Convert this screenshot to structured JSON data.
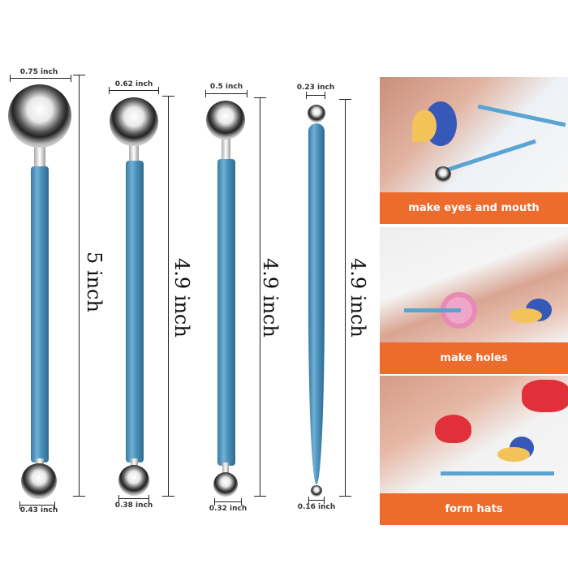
{
  "tools": [
    {
      "top_diameter": "0.75 inch",
      "length": "5 inch",
      "bottom_diameter": "0.43 inch"
    },
    {
      "top_diameter": "0.62 inch",
      "length": "4.9 inch",
      "bottom_diameter": "0.38 inch"
    },
    {
      "top_diameter": "0.5 inch",
      "length": "4.9 inch",
      "bottom_diameter": "0.32 inch"
    },
    {
      "top_diameter": "0.23 inch",
      "length": "4.9 inch",
      "bottom_diameter": "0.16 inch"
    }
  ],
  "panels": [
    {
      "caption": "make eyes and mouth"
    },
    {
      "caption": "make holes"
    },
    {
      "caption": "form hats"
    }
  ],
  "colors": {
    "accent": "#ec6b2d",
    "handle": "#4a90ba"
  }
}
